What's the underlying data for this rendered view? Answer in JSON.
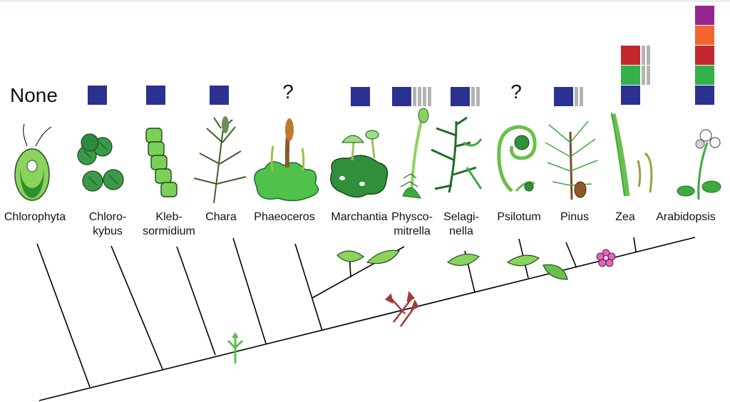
{
  "header": {
    "none_label": "None",
    "unknown_mark": "?"
  },
  "taxa": [
    {
      "line1": "Chlorophyta",
      "line2": ""
    },
    {
      "line1": "Chloro-",
      "line2": "kybus"
    },
    {
      "line1": "Kleb-",
      "line2": "sormidium"
    },
    {
      "line1": "Chara",
      "line2": ""
    },
    {
      "line1": "Phaeoceros",
      "line2": ""
    },
    {
      "line1": "Marchantia",
      "line2": ""
    },
    {
      "line1": "Physco-",
      "line2": "mitrella"
    },
    {
      "line1": "Selagi-",
      "line2": "nella"
    },
    {
      "line1": "Psilotum",
      "line2": ""
    },
    {
      "line1": "Pinus",
      "line2": ""
    },
    {
      "line1": "Zea",
      "line2": ""
    },
    {
      "line1": "Arabidopsis",
      "line2": ""
    }
  ],
  "colors": {
    "blue": "#2b3191",
    "gray": "#b3b3b3",
    "green": "#33b14a",
    "red": "#c1272d",
    "orange": "#f26531",
    "purple": "#93278f",
    "tree_line": "#000000",
    "plant_green": "#3eaa3e",
    "dark_green": "#1f6b2a",
    "light_green": "#8bd35d",
    "innovation_arrow_green": "#5abf4b",
    "innovation_arrow_red": "#a33a3a",
    "flower_pink": "#d86ab3"
  },
  "icons": [
    "chlorophyta-cell-icon",
    "chlorokybus-cells-icon",
    "klebsormidium-filament-icon",
    "chara-icon",
    "phaeoceros-hornwort-icon",
    "marchantia-liverwort-icon",
    "physcomitrella-moss-icon",
    "selaginella-icon",
    "psilotum-fern-icon",
    "pinus-pine-icon",
    "zea-maize-icon",
    "arabidopsis-icon",
    "branching-arrow-icon",
    "leaf-icon",
    "flower-icon"
  ]
}
